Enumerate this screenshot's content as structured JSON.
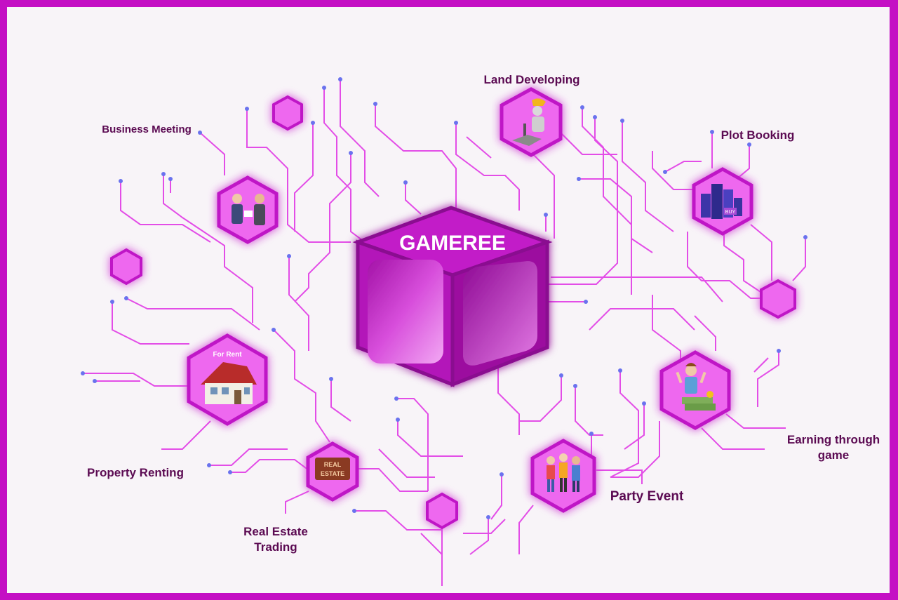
{
  "center": {
    "title": "GAMEREE"
  },
  "nodes": {
    "land_developing": {
      "label": "Land Developing"
    },
    "plot_booking": {
      "label": "Plot Booking"
    },
    "business_meeting": {
      "label": "Business Meeting"
    },
    "property_renting": {
      "label": "Property Renting",
      "badge": "For Rent"
    },
    "real_estate_trading": {
      "label": "Real Estate\nTrading",
      "icon_text": "REAL ESTATE"
    },
    "party_event": {
      "label": "Party Event"
    },
    "earning_through_game": {
      "label": "Earning through\ngame"
    }
  },
  "colors": {
    "border": "#c40fc4",
    "circuit": "#e13be6",
    "hex_fill": "#ee68ef",
    "hex_stroke": "#bf12c6",
    "dot": "#6a72ee",
    "label": "#5b0a52"
  },
  "icons": [
    "businessmen-icon",
    "worker-drill-icon",
    "buildings-buy-icon",
    "house-for-rent-icon",
    "real-estate-sign-icon",
    "party-people-icon",
    "money-man-icon"
  ]
}
